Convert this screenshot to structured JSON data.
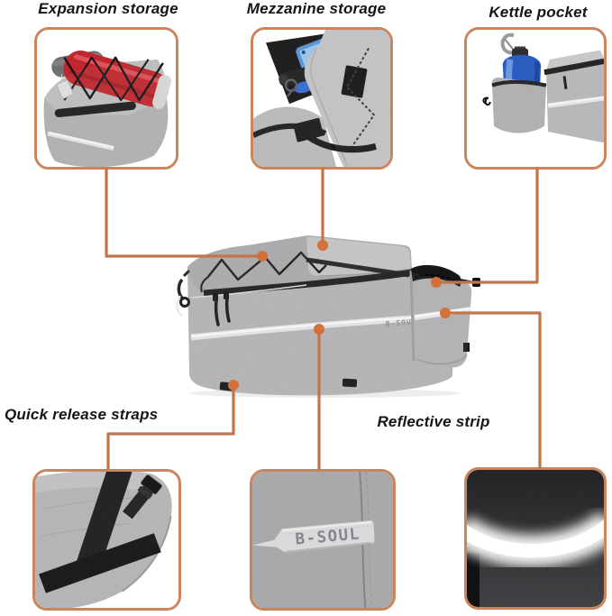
{
  "brand": {
    "label": "B-SOUL"
  },
  "callouts": {
    "expansion": {
      "label": "Expansion storage"
    },
    "mezzanine": {
      "label": "Mezzanine storage"
    },
    "kettle": {
      "label": "Kettle pocket"
    },
    "quick_release": {
      "label": "Quick release straps"
    },
    "reflective": {
      "label": "Reflective strip"
    }
  },
  "colors": {
    "connector_line": "#c2754a",
    "connector_dot": "#d4713a",
    "frame_border": "#c9855c",
    "bag_gray": "#b5b5b7",
    "bag_flap_gray": "#c6c6c8",
    "trim_black": "#1d1d1f",
    "reflective_white": "#f8f8f9",
    "mat_red": "#c2262d",
    "bottle_blue": "#2d5cc0",
    "label_text": "#151515",
    "background": "#ffffff"
  }
}
